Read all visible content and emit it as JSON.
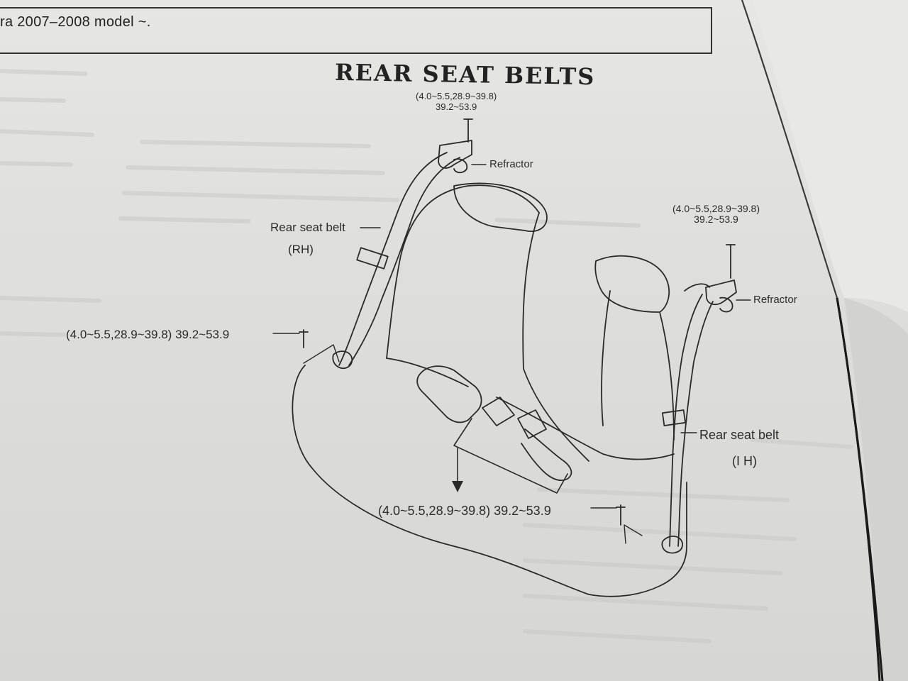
{
  "header": {
    "text": "ra 2007–2008 model ~."
  },
  "title": "REAR SEAT BELTS",
  "labels": {
    "torque_top_line1": "(4.0~5.5,28.9~39.8)",
    "torque_top_line2": "39.2~53.9",
    "retractor_top": "Refractor",
    "belt_rh": "Rear seat belt",
    "belt_rh_side": "(RH)",
    "torque_right_line1": "(4.0~5.5,28.9~39.8)",
    "torque_right_line2": "39.2~53.9",
    "retractor_right": "Refractor",
    "torque_left": "(4.0~5.5,28.9~39.8) 39.2~53.9",
    "belt_lh": "Rear seat belt",
    "belt_lh_side": "(I H)",
    "torque_bottom": "(4.0~5.5,28.9~39.8) 39.2~53.9"
  },
  "colors": {
    "paper": "#e2e2e0",
    "ink": "#2a2a2a"
  }
}
